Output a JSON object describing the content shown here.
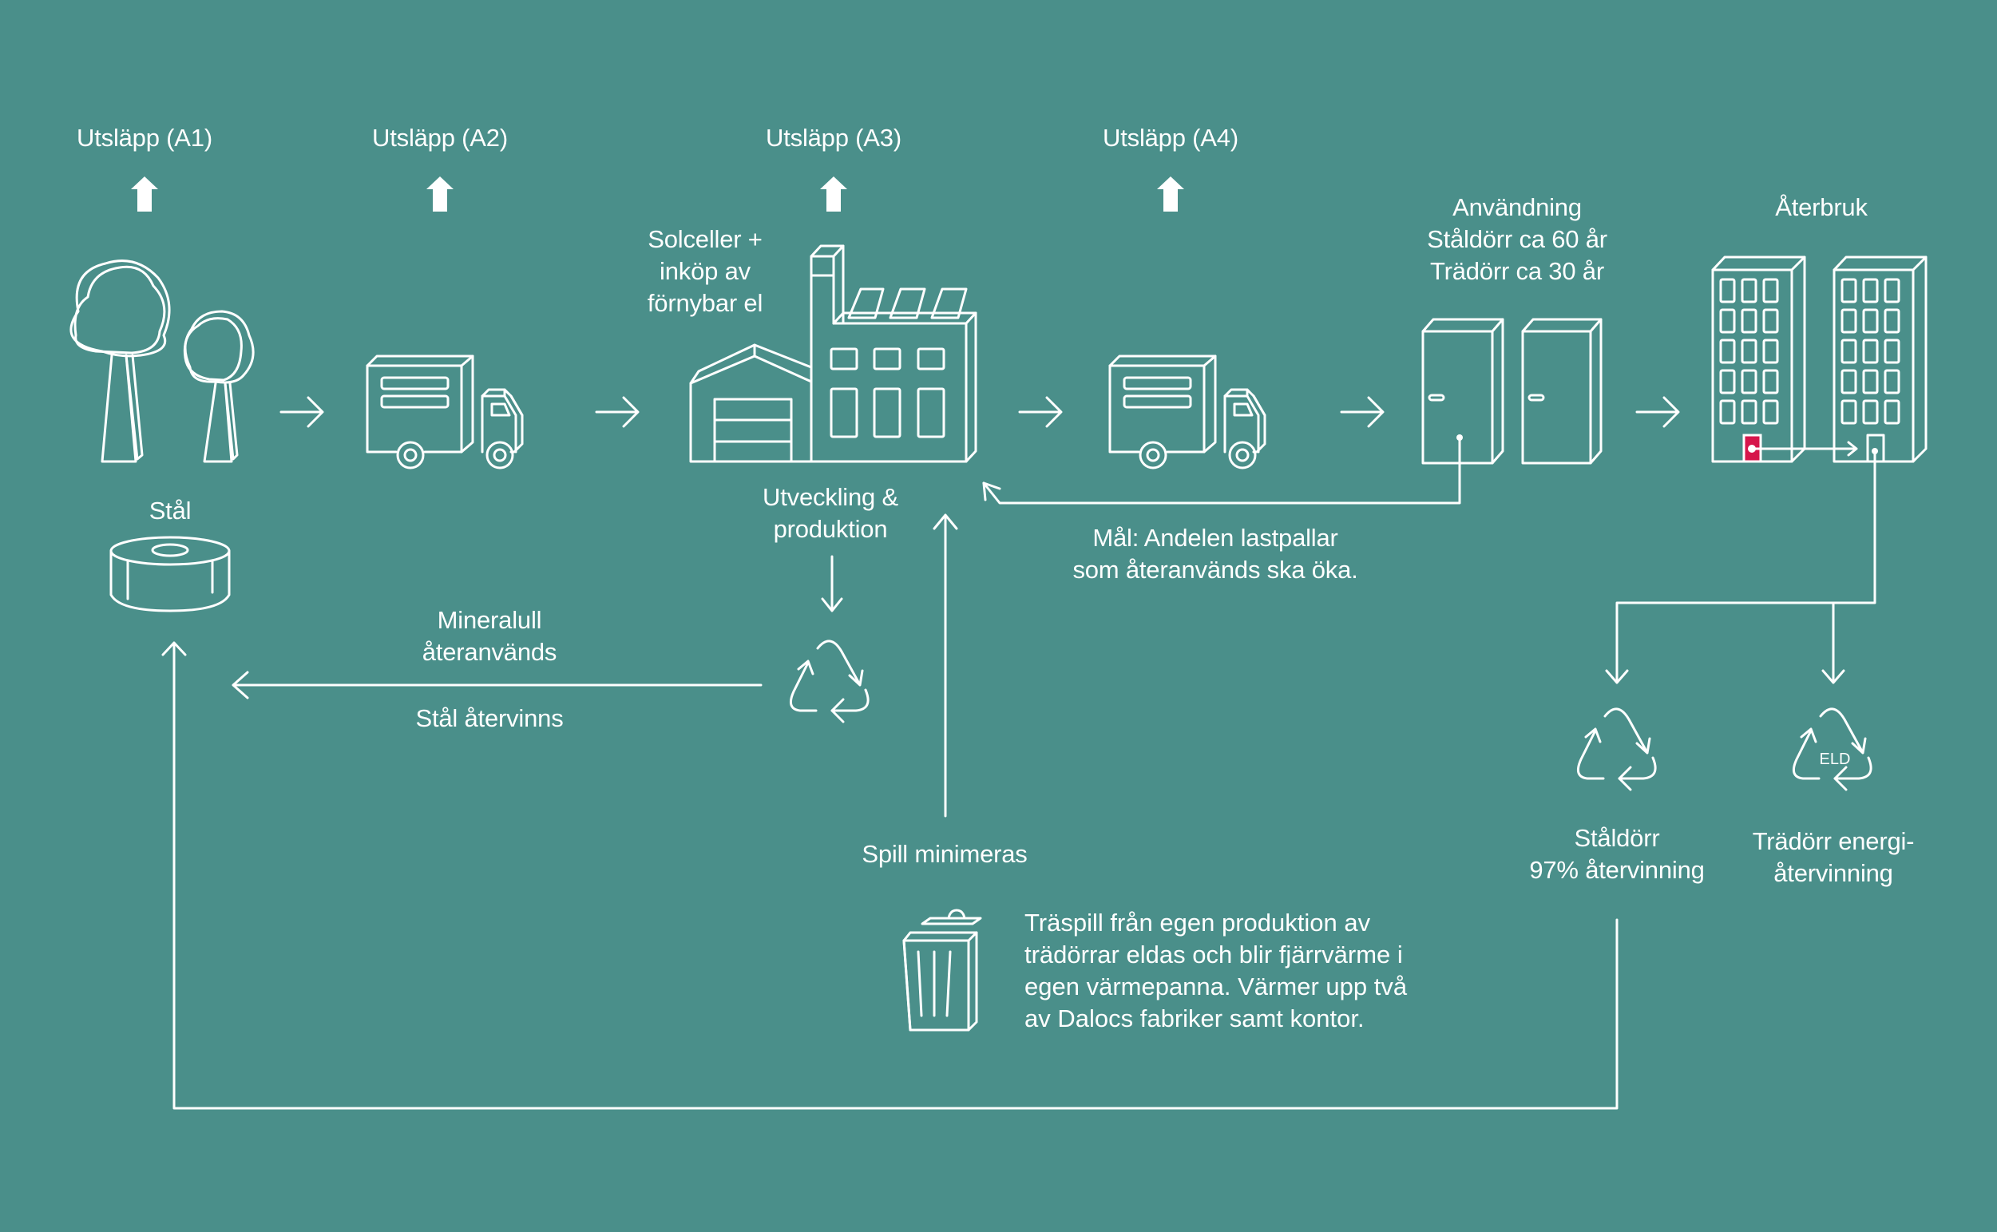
{
  "colors": {
    "background": "#4A8F8A",
    "line": "#FFFFFF",
    "accent_door": "#D6164B"
  },
  "emissions": [
    {
      "label": "Utsläpp (A1)",
      "icon": "emission-up-arrow-icon"
    },
    {
      "label": "Utsläpp (A2)",
      "icon": "emission-up-arrow-icon"
    },
    {
      "label": "Utsläpp (A3)",
      "icon": "emission-up-arrow-icon"
    },
    {
      "label": "Utsläpp (A4)",
      "icon": "emission-up-arrow-icon"
    }
  ],
  "stages": {
    "raw_materials": {
      "icon": "trees-icon",
      "steel_label": "Stål",
      "steel_icon": "steel-coil-icon"
    },
    "transport_in": {
      "icon": "truck-icon"
    },
    "production": {
      "energy_label": "Solceller +\ninköp av\nförnybar el",
      "icon": "factory-icon",
      "label": "Utveckling &\nproduktion"
    },
    "transport_out": {
      "icon": "truck-icon"
    },
    "usage": {
      "label": "Användning\nStåldörr ca 60 år\nTrädörr ca 30 år",
      "icon": "doors-icon"
    },
    "reuse": {
      "label": "Återbruk",
      "icon": "buildings-icon"
    }
  },
  "flows": {
    "pallet_goal": "Mål: Andelen lastpallar\nsom återanvänds ska öka.",
    "mineral_wool": "Mineralull\nåteranvänds",
    "steel_recycled": "Stål återvinns",
    "waste_minimized": "Spill minimeras",
    "wood_waste": "Träspill från egen produktion av\nträdörrar eldas och blir fjärrvärme i\negen värmepanna. Värmer upp två\nav Dalocs fabriker samt kontor."
  },
  "end_of_life": {
    "steel_door": {
      "label": "Ståldörr\n97% återvinning",
      "icon": "recycle-icon"
    },
    "wood_door": {
      "label": "Trädörr energi-\nåtervinning",
      "icon": "recycle-eld-icon",
      "badge": "ELD"
    }
  }
}
